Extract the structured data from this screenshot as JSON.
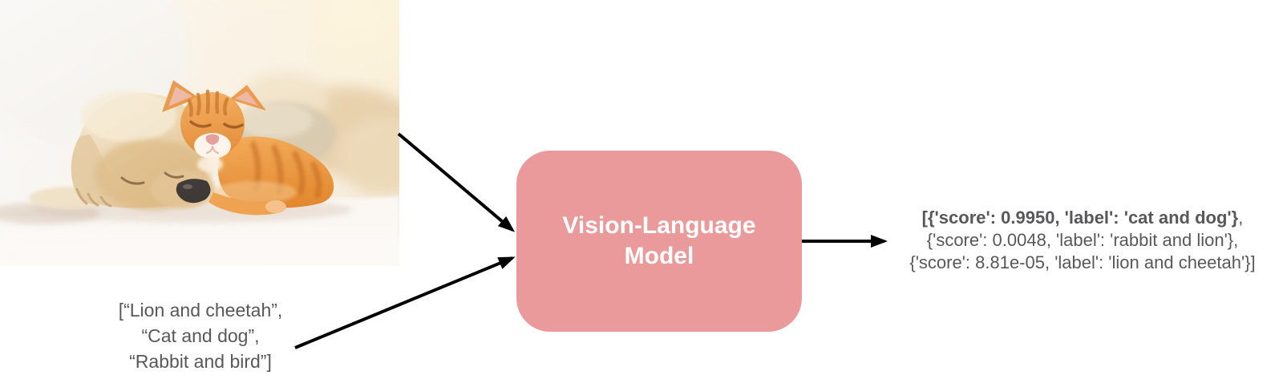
{
  "image_input": {
    "description": "Photo: cream puppy and ginger tabby kitten sleeping together on a white blanket"
  },
  "text_input": {
    "lines": [
      "[“Lion and cheetah”,",
      "“Cat and dog”,",
      "“Rabbit and bird”]"
    ]
  },
  "model_box": {
    "label_line1": "Vision-Language",
    "label_line2": "Model",
    "fill": "#ea9a9b",
    "text_color": "#ffffff"
  },
  "output": {
    "line1_bold": "[{'score': 0.9950, 'label': 'cat and dog'}",
    "line1_tail": ",",
    "line2": "{'score': 0.0048, 'label': 'rabbit and lion'},",
    "line3": "{'score': 8.81e-05, 'label': 'lion and cheetah'}]"
  },
  "colors": {
    "arrow": "#000000",
    "body_text": "#58585a",
    "background": "#ffffff"
  }
}
